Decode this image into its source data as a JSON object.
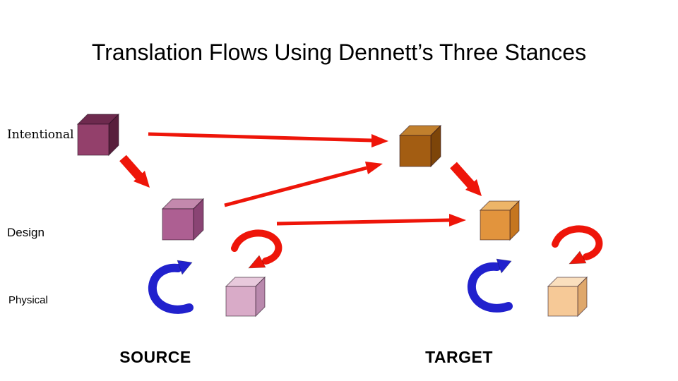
{
  "title": "Translation Flows Using Dennett’s Three Stances",
  "row_labels": {
    "intentional": "Intentional",
    "design": "Design",
    "physical": "Physical"
  },
  "column_labels": {
    "source": "SOURCE",
    "target": "TARGET"
  },
  "colors": {
    "arrow_red": "#ee1509",
    "arrow_blue": "#2121cd",
    "src_intentional_front": "#93406b",
    "src_intentional_top": "#6e2a4e",
    "src_intentional_side": "#581f3c",
    "src_design_front": "#ad5f92",
    "src_design_top": "#c389ad",
    "src_design_side": "#8a4474",
    "src_physical_front": "#d9abc8",
    "src_physical_top": "#e8c9dc",
    "src_physical_side": "#b989ad",
    "tgt_intentional_front": "#a35d12",
    "tgt_intentional_top": "#c1802d",
    "tgt_intentional_side": "#7d4509",
    "tgt_design_front": "#e2943d",
    "tgt_design_top": "#edb568",
    "tgt_design_side": "#c5761f",
    "tgt_physical_front": "#f6c997",
    "tgt_physical_top": "#fadfbe",
    "tgt_physical_side": "#dfa86c"
  }
}
